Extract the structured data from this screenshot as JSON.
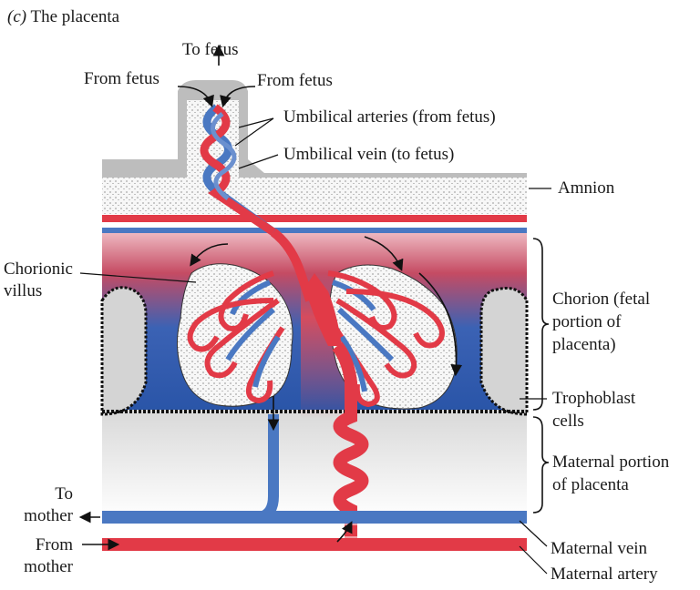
{
  "figure": {
    "letter": "(c)",
    "title": "The placenta"
  },
  "labels": {
    "to_fetus": "To fetus",
    "from_fetus_left": "From fetus",
    "from_fetus_right": "From fetus",
    "umbilical_arteries": "Umbilical arteries (from fetus)",
    "umbilical_vein": "Umbilical vein (to fetus)",
    "amnion": "Amnion",
    "chorionic_villus": [
      "Chorionic",
      "villus"
    ],
    "chorion": [
      "Chorion (fetal",
      "portion of",
      "placenta)"
    ],
    "trophoblast": [
      "Trophoblast",
      "cells"
    ],
    "maternal_portion": [
      "Maternal portion",
      "of placenta"
    ],
    "to_mother": [
      "To",
      "mother"
    ],
    "from_mother": [
      "From",
      "mother"
    ],
    "maternal_vein": "Maternal vein",
    "maternal_artery": "Maternal artery"
  },
  "colors": {
    "artery_red": "#e23a47",
    "vein_blue": "#4a78c2",
    "chorion_blue": "#2f5bb0",
    "membrane_gray": "#bdbdbd",
    "stipple_bg": "#f4f4f4",
    "maternal_gray": "#d8d8d8"
  }
}
